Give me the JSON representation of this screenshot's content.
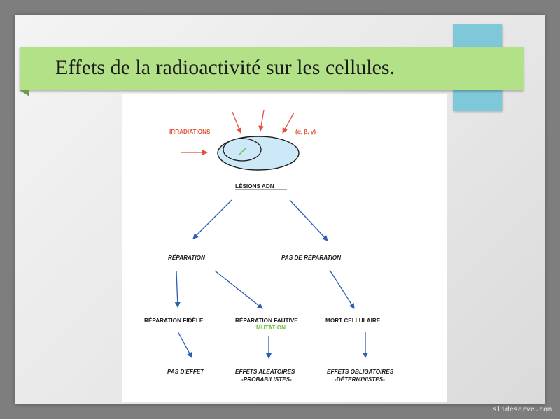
{
  "slide": {
    "title": "Effets de la radioactivité sur les cellules.",
    "watermark": "slideserve.com"
  },
  "diagram": {
    "irradiations": "IRRADIATIONS",
    "rays": "(α, β, γ)",
    "lesions": "LÉSIONS ADN",
    "reparation": "RÉPARATION",
    "pas_de_reparation": "PAS DE RÉPARATION",
    "reparation_fidele": "RÉPARATION FIDÈLE",
    "reparation_fautive": "RÉPARATION FAUTIVE",
    "mutation": "MUTATION",
    "mort_cellulaire": "MORT CELLULAIRE",
    "pas_d_effet": "PAS D'EFFET",
    "effets_aleatoires": "EFFETS ALÉATOIRES",
    "probabilistes": "-PROBABILISTES-",
    "effets_obligatoires": "EFFETS OBLIGATOIRES",
    "deterministes": "-DÉTERMINISTES-"
  },
  "colors": {
    "title_band": "#b3e187",
    "accent_blue": "#7ec8da",
    "arrow_red": "#e0533a",
    "arrow_blue": "#2d5db5",
    "cell_fill": "#cde9f7",
    "mutation_green": "#6fbe3c"
  }
}
